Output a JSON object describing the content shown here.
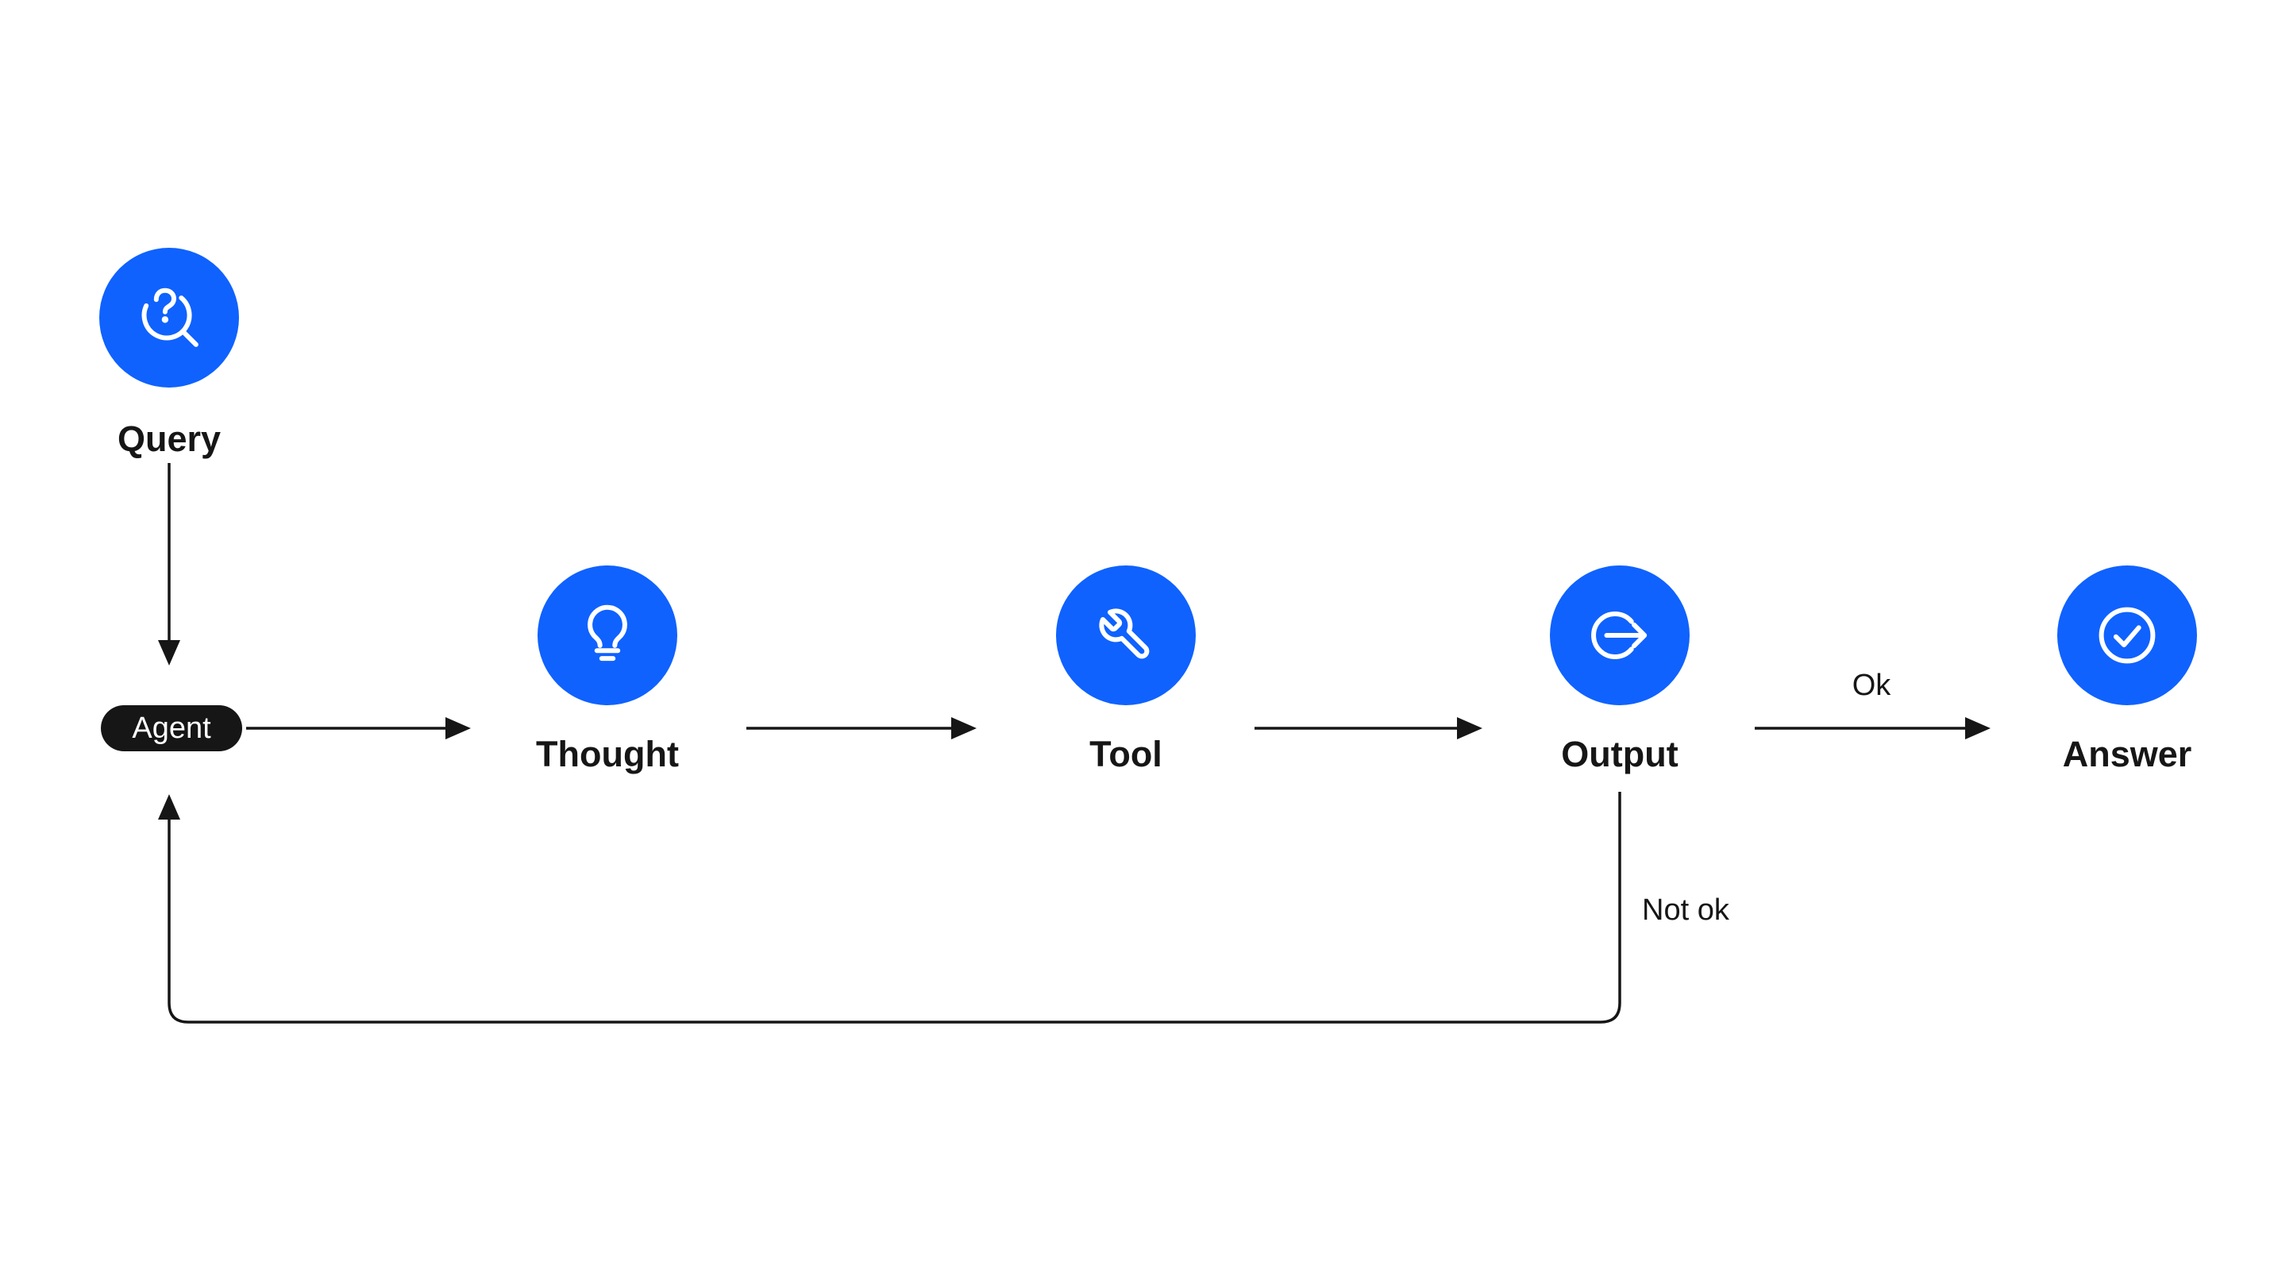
{
  "diagram": {
    "background": "#ffffff",
    "accent_color": "#0f62fe",
    "ink_color": "#161616",
    "icon_stroke_color": "#ffffff",
    "nodes": [
      {
        "id": "query",
        "label": "Query",
        "shape": "circle",
        "icon": "search-question-icon"
      },
      {
        "id": "agent",
        "label": "Agent",
        "shape": "pill",
        "icon": null
      },
      {
        "id": "thought",
        "label": "Thought",
        "shape": "circle",
        "icon": "lightbulb-icon"
      },
      {
        "id": "tool",
        "label": "Tool",
        "shape": "circle",
        "icon": "wrench-icon"
      },
      {
        "id": "output",
        "label": "Output",
        "shape": "circle",
        "icon": "export-arrow-icon"
      },
      {
        "id": "answer",
        "label": "Answer",
        "shape": "circle",
        "icon": "check-circle-icon"
      }
    ],
    "edges": [
      {
        "from": "query",
        "to": "agent",
        "label": ""
      },
      {
        "from": "agent",
        "to": "thought",
        "label": ""
      },
      {
        "from": "thought",
        "to": "tool",
        "label": ""
      },
      {
        "from": "tool",
        "to": "output",
        "label": ""
      },
      {
        "from": "output",
        "to": "answer",
        "label": "Ok"
      },
      {
        "from": "output",
        "to": "agent",
        "label": "Not ok"
      }
    ]
  }
}
